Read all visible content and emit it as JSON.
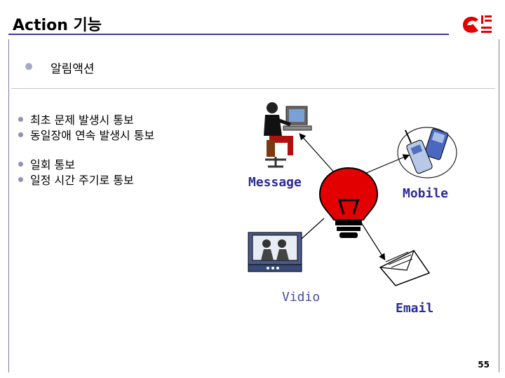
{
  "header": {
    "title": "Action 기능"
  },
  "section": {
    "title": "알림액션"
  },
  "items": [
    "최초 문제 발생시 통보",
    "동일장애 연속 발생시 통보",
    "일회 통보",
    "일정 시간 주기로 통보"
  ],
  "diagram": {
    "message_label": "Message",
    "mobile_label": "Mobile",
    "vidio_label": "Vidio",
    "email_label": "Email"
  },
  "footer": {
    "page_number": "55"
  },
  "colors": {
    "accent": "#e30000",
    "label_blue": "#2a2a9a",
    "rule": "#3a3aa0"
  }
}
